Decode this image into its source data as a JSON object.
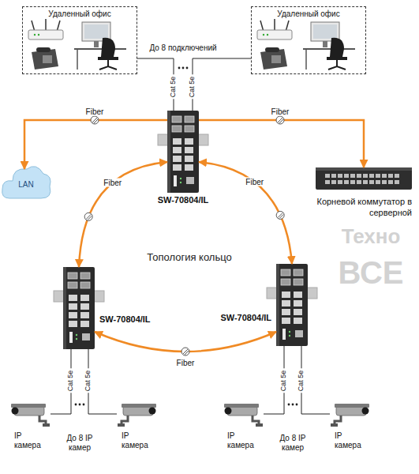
{
  "diagram": {
    "nodes": [
      {
        "text": [
          "Удаленный офис"
        ]
      },
      {
        "text": [
          "Удаленный офис"
        ]
      },
      {
        "text": [
          "SW-70804/IL"
        ]
      },
      {
        "text": [
          "LAN"
        ]
      },
      {
        "text": [
          "Корневой коммутатор в серверной"
        ]
      },
      {
        "text": [
          "SW-70804/IL"
        ]
      },
      {
        "text": [
          "SW-70804/IL"
        ]
      },
      {
        "text": [
          "IP камера"
        ]
      },
      {
        "text": [
          "IP камера"
        ]
      },
      {
        "text": [
          "IP камера"
        ]
      },
      {
        "text": [
          "IP камера"
        ]
      }
    ],
    "edges": [
      {
        "from": 0,
        "to": 2,
        "arrow": "none",
        "label": "Cat 5e"
      },
      {
        "from": 1,
        "to": 2,
        "arrow": "none",
        "label": "Cat 5e"
      },
      {
        "from": 2,
        "to": 3,
        "arrow": "to",
        "label": "Fiber"
      },
      {
        "from": 2,
        "to": 4,
        "arrow": "to",
        "label": "Fiber"
      },
      {
        "from": 2,
        "to": 5,
        "arrow": "both",
        "label": "Fiber"
      },
      {
        "from": 2,
        "to": 6,
        "arrow": "both",
        "label": "Fiber"
      },
      {
        "from": 5,
        "to": 6,
        "arrow": "both",
        "label": "Fiber"
      },
      {
        "from": 5,
        "to": 7,
        "arrow": "none",
        "label": "Cat 5e"
      },
      {
        "from": 5,
        "to": 8,
        "arrow": "none",
        "label": "Cat 5e"
      },
      {
        "from": 6,
        "to": 9,
        "arrow": "none",
        "label": "Cat 5e"
      },
      {
        "from": 6,
        "to": 10,
        "arrow": "none",
        "label": "Cat 5e"
      }
    ],
    "labels": [
      "До 8 подключений",
      "Топология кольцо",
      "До 8 IP камер",
      "До 8 IP камер",
      "Техно",
      "ВСЕ"
    ]
  }
}
